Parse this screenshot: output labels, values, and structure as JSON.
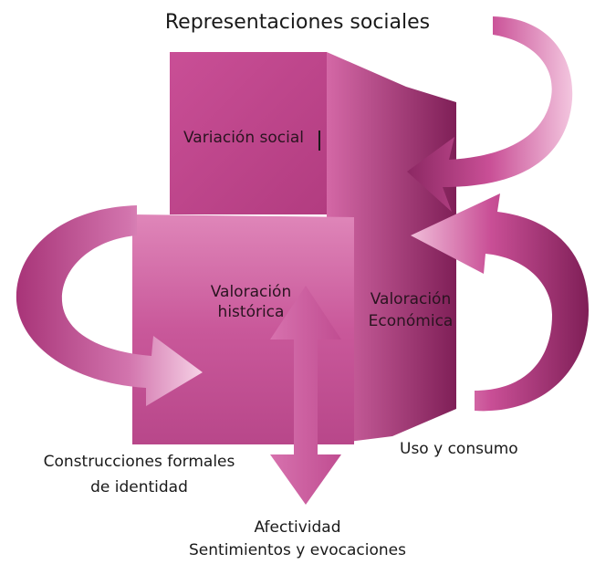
{
  "title": "Representaciones sociales",
  "boxes": {
    "top": "Variación social",
    "front_line1": "Valoración",
    "front_line2": "histórica",
    "side_line1": "Valoración",
    "side_line2": "Económica"
  },
  "outer_labels": {
    "uso": "Uso y consumo",
    "construcciones_line1": "Construcciones formales",
    "construcciones_line2": "de identidad",
    "afectividad_line1": "Afectividad",
    "afectividad_line2": "Sentimientos y evocaciones"
  },
  "colors": {
    "primary": "#c94f96",
    "light": "#eab0d2",
    "dark": "#8c2863"
  }
}
